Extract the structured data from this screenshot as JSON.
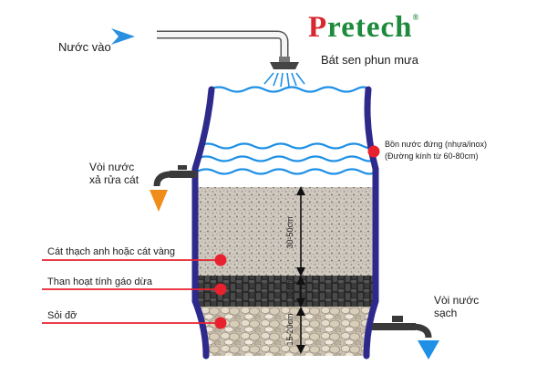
{
  "brand": {
    "logo_first": "P",
    "logo_rest": "retech",
    "registered": "®"
  },
  "labels": {
    "water_in": "Nước vào",
    "shower": "Bát sen phun mưa",
    "tank_line1": "Bồn nước đứng (nhựa/inox)",
    "tank_line2": "(Đường kính từ 60-80cm)",
    "drain_line1": "Vòi nước",
    "drain_line2": "xả rửa cát",
    "sand": "Cát thạch anh hoặc cát vàng",
    "carbon": "Than hoạt tính gáo dừa",
    "gravel": "Sỏi đỡ",
    "clean_line1": "Vòi nước",
    "clean_line2": "sạch"
  },
  "dimensions": {
    "sand": "30-50cm",
    "carbon": "10cm",
    "gravel": "15-20cm"
  },
  "colors": {
    "tank_outline": "#2e2a8c",
    "water": "#1e90e6",
    "pipe": "#3a3a3a",
    "marker": "#e8212e",
    "arrow_blue": "#2b8fe0",
    "arrow_orange": "#f08c1a",
    "logo_red": "#d7282f",
    "logo_green": "#1d8a3c"
  },
  "icons": [
    "inlet-arrow-icon",
    "shower-head-icon",
    "drain-tap-icon",
    "clean-tap-icon",
    "sand-drain-arrow-icon",
    "clean-water-arrow-icon"
  ]
}
